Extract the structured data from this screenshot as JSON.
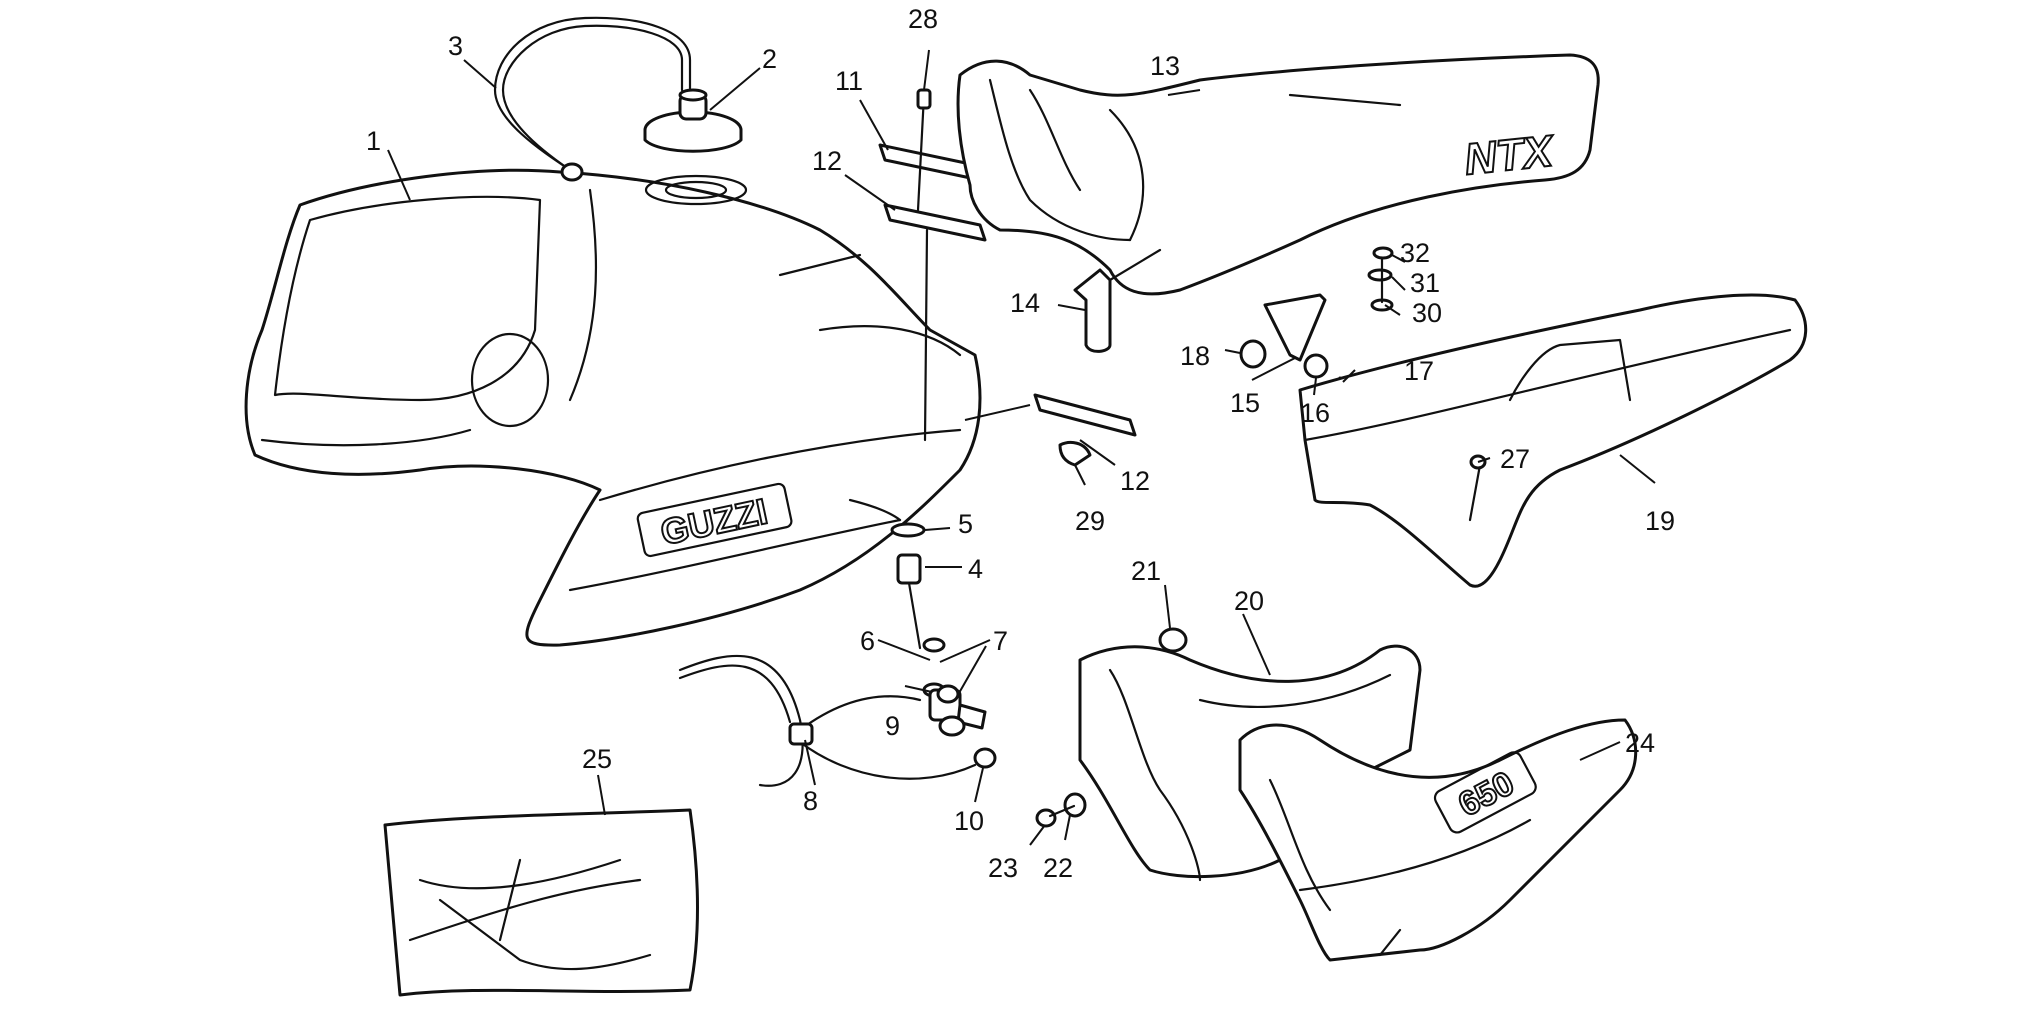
{
  "callouts": [
    {
      "id": "1",
      "text": "1"
    },
    {
      "id": "2",
      "text": "2"
    },
    {
      "id": "3",
      "text": "3"
    },
    {
      "id": "4",
      "text": "4"
    },
    {
      "id": "5",
      "text": "5"
    },
    {
      "id": "6",
      "text": "6"
    },
    {
      "id": "7",
      "text": "7"
    },
    {
      "id": "8",
      "text": "8"
    },
    {
      "id": "9",
      "text": "9"
    },
    {
      "id": "10",
      "text": "10"
    },
    {
      "id": "11",
      "text": "11"
    },
    {
      "id": "12a",
      "text": "12"
    },
    {
      "id": "12b",
      "text": "12"
    },
    {
      "id": "13",
      "text": "13"
    },
    {
      "id": "14",
      "text": "14"
    },
    {
      "id": "15",
      "text": "15"
    },
    {
      "id": "16",
      "text": "16"
    },
    {
      "id": "17",
      "text": "17"
    },
    {
      "id": "18",
      "text": "18"
    },
    {
      "id": "19",
      "text": "19"
    },
    {
      "id": "20",
      "text": "20"
    },
    {
      "id": "21",
      "text": "21"
    },
    {
      "id": "22",
      "text": "22"
    },
    {
      "id": "23",
      "text": "23"
    },
    {
      "id": "24",
      "text": "24"
    },
    {
      "id": "25",
      "text": "25"
    },
    {
      "id": "27",
      "text": "27"
    },
    {
      "id": "28",
      "text": "28"
    },
    {
      "id": "29",
      "text": "29"
    },
    {
      "id": "30",
      "text": "30"
    },
    {
      "id": "31",
      "text": "31"
    },
    {
      "id": "32",
      "text": "32"
    }
  ],
  "decals": {
    "tank": "GUZZI",
    "seat": "NTX",
    "side_cover": "650"
  }
}
